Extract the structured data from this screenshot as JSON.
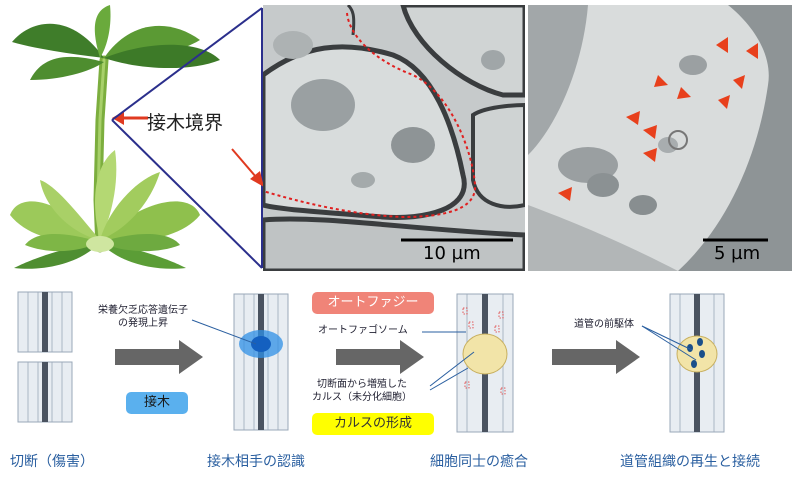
{
  "graft_boundary_label": "接木境界",
  "scale_bar_1": "10 µm",
  "scale_bar_2": "5 µm",
  "step_labels": [
    "切断（傷害）",
    "接木相手の認識",
    "細胞同士の癒合",
    "道管組織の再生と接続"
  ],
  "annotations": {
    "gene_expression": [
      "栄養欠乏応答遺伝子",
      "の発現上昇"
    ],
    "autophagosome": "オートファゴソーム",
    "callus": [
      "切断面から増殖した",
      "カルス（未分化細胞）"
    ],
    "vessel_precursor": "道管の前駆体"
  },
  "pills": {
    "grafting": "接木",
    "autophagy": "オートファジー",
    "callus_formation": "カルスの形成"
  },
  "colors": {
    "blue_pill": "#5ab0ee",
    "pink_pill": "#f08478",
    "yellow_pill": "#ffff00",
    "arrow_gray": "#666666",
    "step_text": "#2a5fa0"
  }
}
